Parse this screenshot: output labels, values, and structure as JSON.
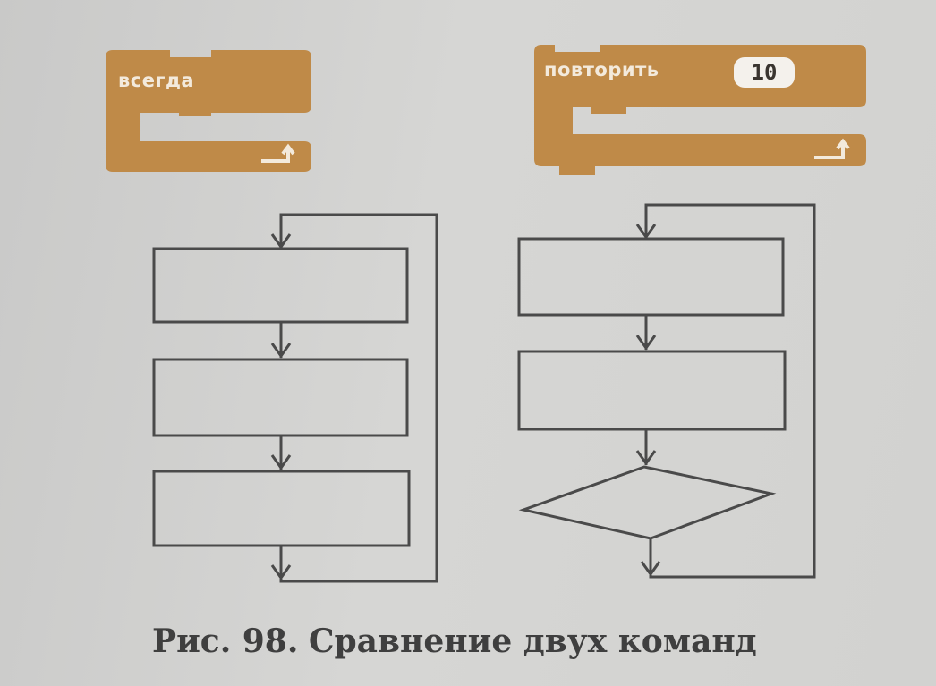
{
  "blocks": {
    "forever": {
      "label": "всегда"
    },
    "repeat": {
      "label": "повторить",
      "count": "10"
    }
  },
  "colors": {
    "block": "#bf8a48",
    "line": "#4a4a4a"
  },
  "caption": {
    "number": "Рис. 98.",
    "text": "Сравнение двух команд"
  }
}
